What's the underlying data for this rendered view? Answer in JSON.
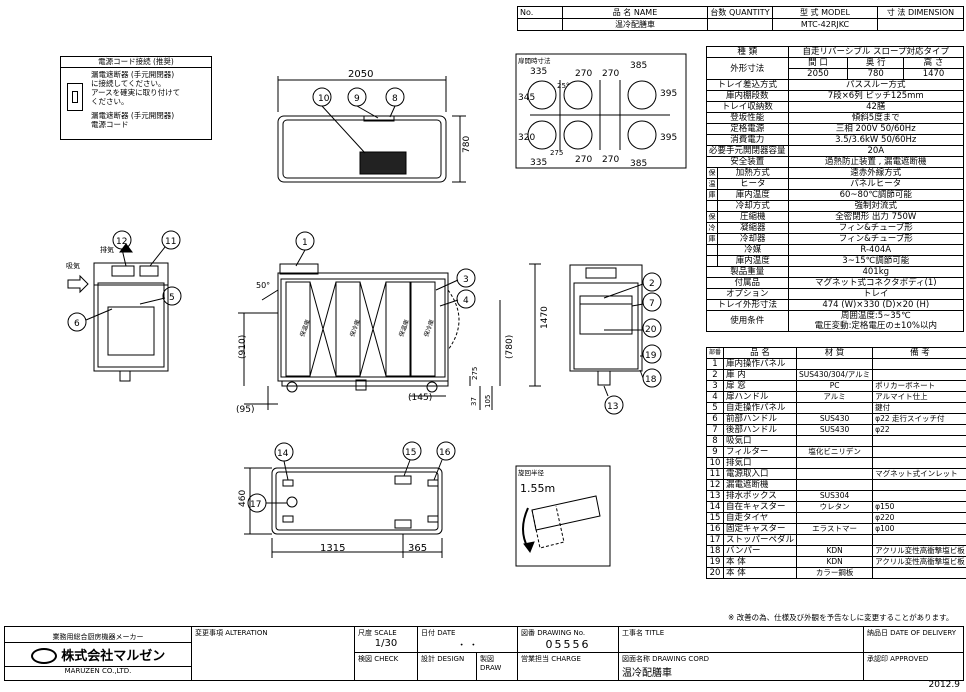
{
  "title_block": {
    "no_label": "No.",
    "name_label": "品 名 NAME",
    "qty_label": "台数 QUANTITY",
    "model_label": "型 式 MODEL",
    "dim_label": "寸 法 DIMENSION",
    "name_value": "温冷配膳車",
    "model_value": "MTC-42RJKC"
  },
  "spec": {
    "type_label": "種 類",
    "type_value": "自走リバーシブル スロープ対応タイプ",
    "outer_label": "外形寸法",
    "width_label": "間 口",
    "depth_label": "奥 行",
    "height_label": "高 さ",
    "width_value": "2050",
    "depth_value": "780",
    "height_value": "1470",
    "rows": [
      {
        "label": "トレイ差込方式",
        "value": "パススルー方式"
      },
      {
        "label": "庫内棚段数",
        "value": "7段×6列 ピッチ125mm"
      },
      {
        "label": "トレイ収納数",
        "value": "42膳"
      },
      {
        "label": "登坂性能",
        "value": "傾斜5度まで"
      },
      {
        "label": "定格電源",
        "value": "三相 200V 50/60Hz"
      },
      {
        "label": "消費電力",
        "value": "3.5/3.6kW 50/60Hz"
      },
      {
        "label": "必要手元開閉器容量",
        "value": "20A"
      },
      {
        "label": "安全装置",
        "value": "過熱防止装置 , 漏電遮断機"
      }
    ],
    "warm_group": "保温庫",
    "warm_rows": [
      {
        "label": "加熱方式",
        "value": "遠赤外線方式"
      },
      {
        "label": "ヒータ",
        "value": "パネルヒータ"
      },
      {
        "label": "庫内温度",
        "value": "60~80℃調節可能"
      }
    ],
    "cold_group": "保冷庫",
    "cold_rows": [
      {
        "label": "冷却方式",
        "value": "強制対流式"
      },
      {
        "label": "圧縮機",
        "value": "全密閉形 出力 750W"
      },
      {
        "label": "凝縮器",
        "value": "フィン&チューブ形"
      },
      {
        "label": "冷却器",
        "value": "フィン&チューブ形"
      },
      {
        "label": "冷媒",
        "value": "R-404A"
      },
      {
        "label": "庫内温度",
        "value": "3~15℃調節可能"
      }
    ],
    "tail_rows": [
      {
        "label": "製品重量",
        "value": "401kg"
      },
      {
        "label": "付属品",
        "value": "マグネット式コネクタボディ(1)"
      },
      {
        "label": "オプション",
        "value": "トレイ"
      },
      {
        "label": "トレイ外形寸法",
        "value": "474 (W)×330 (D)×20 (H)"
      }
    ],
    "use_label": "使用条件",
    "use_line1": "周囲温度:5~35℃",
    "use_line2": "電圧変動:定格電圧の±10%以内"
  },
  "parts": {
    "headers": [
      "部番",
      "品 名",
      "材 質",
      "備 考"
    ],
    "rows": [
      [
        "1",
        "庫内操作パネル",
        "",
        ""
      ],
      [
        "2",
        "庫 内",
        "SUS430/304/アルミ",
        ""
      ],
      [
        "3",
        "扉 窓",
        "PC",
        "ポリカーボネート"
      ],
      [
        "4",
        "扉ハンドル",
        "アルミ",
        "アルマイト仕上"
      ],
      [
        "5",
        "自走操作パネル",
        "",
        "鍵付"
      ],
      [
        "6",
        "前部ハンドル",
        "SUS430",
        "φ22 走行スイッチ付"
      ],
      [
        "7",
        "後部ハンドル",
        "SUS430",
        "φ22"
      ],
      [
        "8",
        "吸気口",
        "",
        ""
      ],
      [
        "9",
        "フィルター",
        "塩化ビニリデン",
        ""
      ],
      [
        "10",
        "排気口",
        "",
        ""
      ],
      [
        "11",
        "電源取入口",
        "",
        "マグネット式インレット"
      ],
      [
        "12",
        "漏電遮断機",
        "",
        ""
      ],
      [
        "13",
        "排水ボックス",
        "SUS304",
        ""
      ],
      [
        "14",
        "自在キャスター",
        "ウレタン",
        "φ150"
      ],
      [
        "15",
        "自走タイヤ",
        "",
        "φ220"
      ],
      [
        "16",
        "固定キャスター",
        "エラストマー",
        "φ100"
      ],
      [
        "17",
        "ストッパーペダル",
        "",
        ""
      ],
      [
        "18",
        "バンパー",
        "KDN",
        "アクリル変性高衝撃塩ビ板"
      ],
      [
        "19",
        "本 体",
        "KDN",
        "アクリル変性高衝撃塩ビ板"
      ],
      [
        "20",
        "本 体",
        "カラー鋼板",
        ""
      ]
    ]
  },
  "note": "※ 改善の為、仕様及び外観を予告なしに変更することがあります。",
  "power_box": {
    "title": "電源コード接続 (推奨)",
    "line1": "漏電遮断器 (手元開閉器)",
    "line2": "に接続してください。",
    "line3": "アースを確実に取り付けて",
    "line4": "ください。",
    "label1": "漏電遮断器 (手元開閉器)",
    "label2": "電源コード"
  },
  "top_view": {
    "dim_w": "2050",
    "dim_d": "780",
    "callouts": [
      "10",
      "9",
      "8"
    ]
  },
  "door_open": {
    "title": "扉開時寸法",
    "d335a": "335",
    "d345": "345",
    "d25": "25°",
    "d270a": "270",
    "d270b": "270",
    "d385a": "385",
    "d395a": "395",
    "d320": "320",
    "d335b": "335",
    "d275": "275",
    "d270c": "270",
    "d270d": "270",
    "d385b": "385",
    "d395b": "395"
  },
  "left_view": {
    "exhaust": "排気",
    "intake": "吸気",
    "callouts": [
      "12",
      "11",
      "5",
      "6"
    ]
  },
  "front_view": {
    "callouts": [
      "1",
      "3",
      "4"
    ],
    "angle": "50°",
    "dim_910": "(910)",
    "dim_780": "(780)",
    "dim_1470": "1470",
    "dim_95": "(95)",
    "dim_145": "(145)",
    "dim_275": "275",
    "dim_37": "37",
    "dim_105": "105",
    "door_labels": [
      "保温庫",
      "保冷庫",
      "保温庫",
      "保冷庫"
    ]
  },
  "right_view": {
    "callouts": [
      "2",
      "7",
      "20",
      "19",
      "18",
      "13"
    ]
  },
  "bottom_view": {
    "callouts": [
      "14",
      "15",
      "16",
      "17"
    ],
    "dim_460": "460",
    "dim_1315": "1315",
    "dim_365": "365"
  },
  "turn": {
    "title": "旋回半径",
    "value": "1.55m"
  },
  "footer": {
    "maker_label": "業務用総合厨房機器メーカー",
    "company": "株式会社マルゼン",
    "company_en": "MARUZEN CO.,LTD.",
    "alteration": "変更事項 ALTERATION",
    "scale_label": "尺度 SCALE",
    "scale_value": "1/30",
    "date_label": "日付 DATE",
    "date_dots": "・ ・",
    "drawing_no_label": "図番 DRAWING No.",
    "drawing_no": "05556",
    "title_label": "工事名 TITLE",
    "delivery_label": "納品日 DATE OF DELIVERY",
    "check_label": "検図 CHECK",
    "design_label": "設計 DESIGN",
    "draw_label": "製図 DRAW",
    "charge_label": "営業担当 CHARGE",
    "cord_label": "図面名称 DRAWING CORD",
    "cord_value": "温冷配膳車",
    "approved_label": "承認印 APPROVED",
    "year": "2012.9"
  }
}
